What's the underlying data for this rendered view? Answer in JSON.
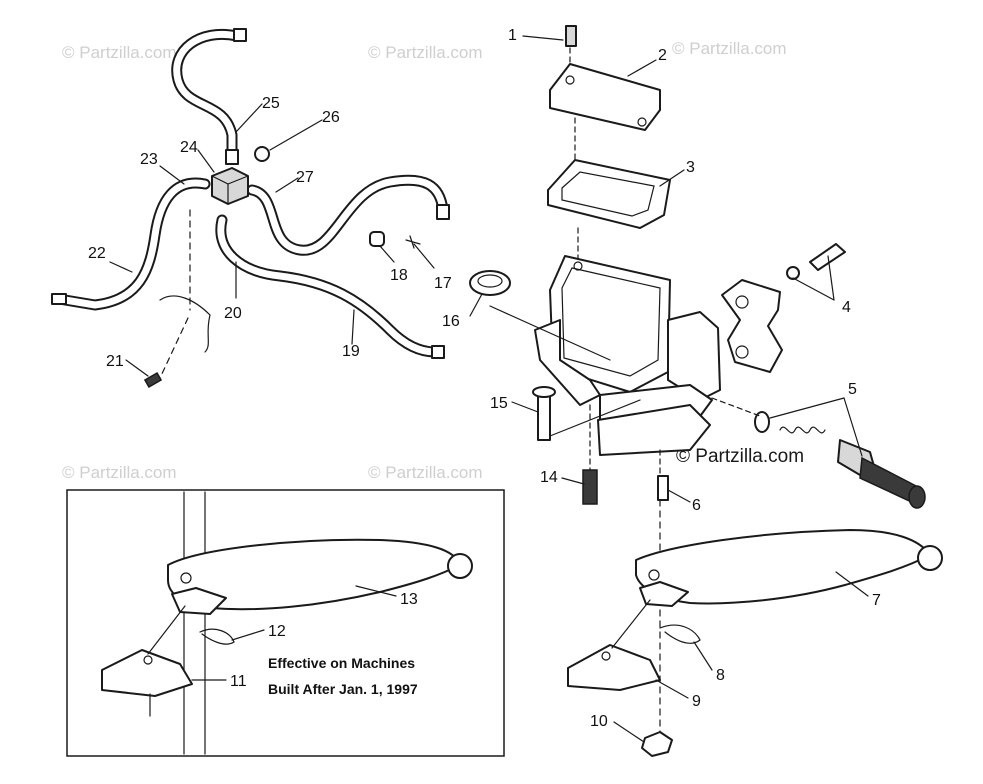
{
  "watermarks": {
    "faint": "© Partzilla.com",
    "prominent": "© Partzilla.com"
  },
  "inset_note": {
    "line1": "Effective on Machines",
    "line2": "Built After Jan. 1, 1997"
  },
  "callouts": {
    "c1": "1",
    "c2": "2",
    "c3": "3",
    "c4": "4",
    "c5": "5",
    "c6": "6",
    "c7": "7",
    "c8": "8",
    "c9": "9",
    "c10": "10",
    "c11": "11",
    "c12": "12",
    "c13": "13",
    "c14": "14",
    "c15": "15",
    "c16": "16",
    "c17": "17",
    "c18": "18",
    "c19": "19",
    "c20": "20",
    "c21": "21",
    "c22": "22",
    "c23": "23",
    "c24": "24",
    "c25": "25",
    "c26": "26",
    "c27": "27"
  }
}
